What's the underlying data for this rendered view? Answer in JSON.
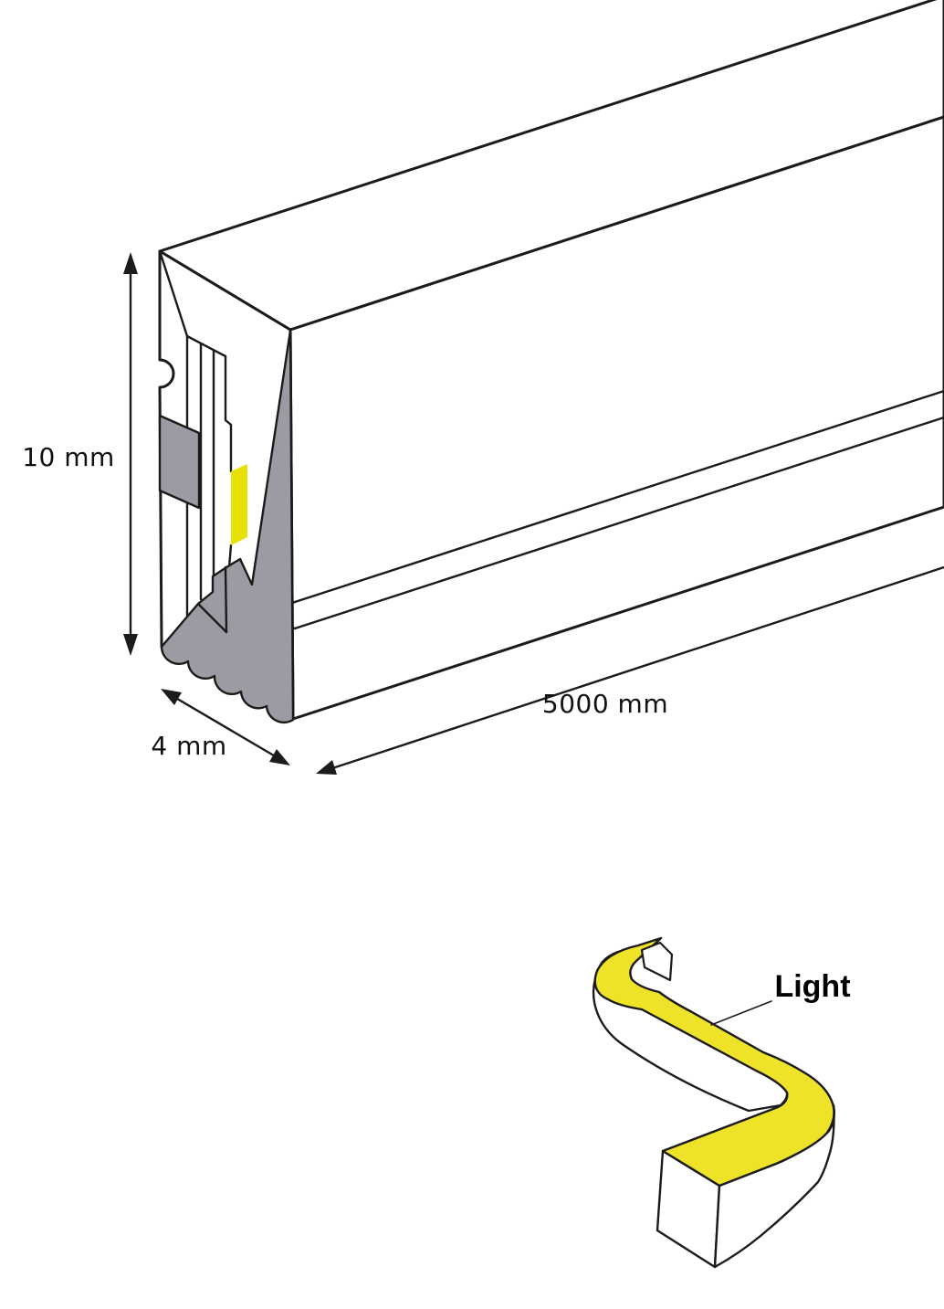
{
  "labels": {
    "height": "10 mm",
    "depth": "4 mm",
    "length": "5000 mm",
    "light": "Light"
  },
  "colors": {
    "line": "#1B1B1B",
    "profile_gray": "#9B9BA3",
    "led_yellow": "#E8E106",
    "strip_yellow": "#EFE32A",
    "background": "#FFFFFF"
  }
}
